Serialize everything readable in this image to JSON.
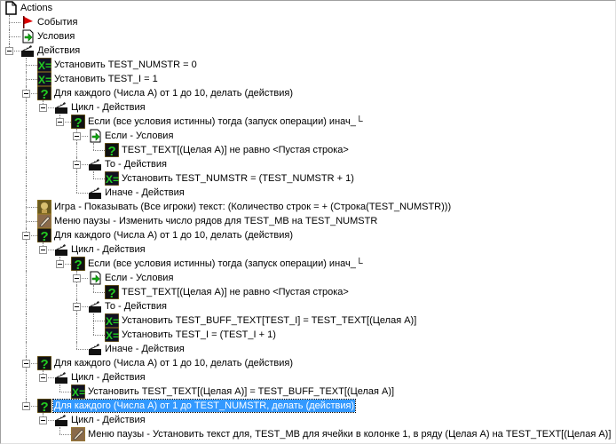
{
  "tree": [
    {
      "d": 0,
      "icon": "document-icon",
      "label": "Actions"
    },
    {
      "d": 1,
      "icon": "flag-icon",
      "label": "События"
    },
    {
      "d": 1,
      "icon": "conditions-icon",
      "label": "Условия"
    },
    {
      "d": 1,
      "icon": "actions-icon",
      "label": "Действия"
    },
    {
      "d": 2,
      "icon": "set-variable-icon",
      "label": "Установить TEST_NUMSTR = 0"
    },
    {
      "d": 2,
      "icon": "set-variable-icon",
      "label": "Установить TEST_I = 1"
    },
    {
      "d": 2,
      "icon": "loop-icon",
      "label": "Для каждого (Числа A) от 1 до 10, делать (действия)"
    },
    {
      "d": 3,
      "icon": "actions-icon",
      "label": "Цикл - Действия"
    },
    {
      "d": 4,
      "icon": "loop-icon",
      "label": "Если (все условия истинны) тогда (запуск операции) инач_└"
    },
    {
      "d": 5,
      "icon": "conditions-icon",
      "label": "Если - Условия"
    },
    {
      "d": 6,
      "icon": "loop-icon",
      "label": "TEST_TEXT[(Целая A)] не равно <Пустая строка>"
    },
    {
      "d": 5,
      "icon": "actions-icon",
      "label": "То - Действия"
    },
    {
      "d": 6,
      "icon": "set-variable-icon",
      "label": "Установить TEST_NUMSTR = (TEST_NUMSTR + 1)"
    },
    {
      "d": 5,
      "icon": "actions-icon",
      "label": "Иначе - Действия"
    },
    {
      "d": 2,
      "icon": "game-icon",
      "label": "Игра - Показывать (Все игроки) текст: (Количество строк =  + (Строка(TEST_NUMSTR)))"
    },
    {
      "d": 2,
      "icon": "pause-menu-icon",
      "label": "Меню паузы - Изменить число рядов для TEST_MB на TEST_NUMSTR"
    },
    {
      "d": 2,
      "icon": "loop-icon",
      "label": "Для каждого (Числа A) от 1 до 10, делать (действия)"
    },
    {
      "d": 3,
      "icon": "actions-icon",
      "label": "Цикл - Действия"
    },
    {
      "d": 4,
      "icon": "loop-icon",
      "label": "Если (все условия истинны) тогда (запуск операции) инач_└"
    },
    {
      "d": 5,
      "icon": "conditions-icon",
      "label": "Если - Условия"
    },
    {
      "d": 6,
      "icon": "loop-icon",
      "label": "TEST_TEXT[(Целая A)] не равно <Пустая строка>"
    },
    {
      "d": 5,
      "icon": "actions-icon",
      "label": "То - Действия"
    },
    {
      "d": 6,
      "icon": "set-variable-icon",
      "label": "Установить TEST_BUFF_TEXT[TEST_I] = TEST_TEXT[(Целая A)]"
    },
    {
      "d": 6,
      "icon": "set-variable-icon",
      "label": "Установить TEST_I = (TEST_I + 1)"
    },
    {
      "d": 5,
      "icon": "actions-icon",
      "label": "Иначе - Действия"
    },
    {
      "d": 2,
      "icon": "loop-icon",
      "label": "Для каждого (Числа A) от 1 до 10, делать (действия)"
    },
    {
      "d": 3,
      "icon": "actions-icon",
      "label": "Цикл - Действия"
    },
    {
      "d": 4,
      "icon": "set-variable-icon",
      "label": "Установить TEST_TEXT[(Целая A)] = TEST_BUFF_TEXT[(Целая A)]"
    },
    {
      "d": 2,
      "icon": "loop-icon",
      "label": "Для каждого (Числа A) от 1 до TEST_NUMSTR, делать (действия)",
      "selected": true
    },
    {
      "d": 3,
      "icon": "actions-icon",
      "label": "Цикл - Действия"
    },
    {
      "d": 4,
      "icon": "pause-menu-icon",
      "label": "Меню паузы - Установить текст для,  TEST_MB для ячейки в колонке 1, в ряду (Целая A) на TEST_TEXT[(Целая A)]"
    }
  ],
  "colors": {
    "selection": "#3399ff"
  }
}
